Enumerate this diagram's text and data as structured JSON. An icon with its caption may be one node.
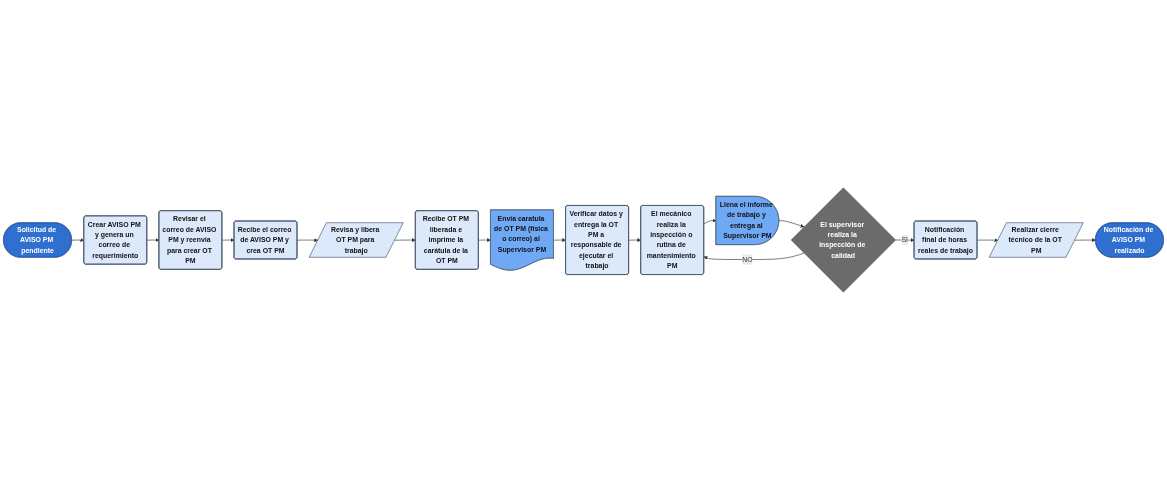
{
  "diagram": {
    "nodes": [
      {
        "text": [
          "Solicitud de AVISO PM pendiente"
        ]
      },
      {
        "text": [
          "Crear AVISO PM y genera un correo de requerimiento"
        ]
      },
      {
        "text": [
          "Revisar el correo de AVISO PM y reenvía para crear OT PM"
        ]
      },
      {
        "text": [
          "Recibe el correo de AVISO PM y crea OT PM"
        ]
      },
      {
        "text": [
          "Revisa y libera OT PM para trabajo"
        ]
      },
      {
        "text": [
          "Recibe OT PM liberada e imprime la carátula de la OT PM"
        ]
      },
      {
        "text": [
          "Envía caratula de OT PM (física o correo) al Supervisor PM"
        ]
      },
      {
        "text": [
          "Verificar datos y entrega la OT PM a responsable de ejecutar el trabajo"
        ]
      },
      {
        "text": [
          "El mecánico realiza la inspección o rutina de mantenimiento PM"
        ]
      },
      {
        "text": [
          "Llena el informe de trabajo y entrega al Supervisor PM"
        ]
      },
      {
        "text": [
          "El supervisor realiza la inspección de calidad"
        ]
      },
      {
        "text": [
          "Notificación final de horas reales de trabajo"
        ]
      },
      {
        "text": [
          "Realizar cierre técnico de la OT PM"
        ]
      },
      {
        "text": [
          "Notificación de AVISO PM realizado"
        ]
      }
    ],
    "edges": [
      {
        "from": 0,
        "to": 1,
        "arrow": "to"
      },
      {
        "from": 1,
        "to": 2,
        "arrow": "to"
      },
      {
        "from": 2,
        "to": 3,
        "arrow": "to"
      },
      {
        "from": 3,
        "to": 4,
        "arrow": "to"
      },
      {
        "from": 4,
        "to": 5,
        "arrow": "to"
      },
      {
        "from": 5,
        "to": 6,
        "arrow": "to"
      },
      {
        "from": 6,
        "to": 7,
        "arrow": "to"
      },
      {
        "from": 7,
        "to": 8,
        "arrow": "to"
      },
      {
        "from": 8,
        "to": 9,
        "arrow": "to"
      },
      {
        "from": 9,
        "to": 10,
        "arrow": "to"
      },
      {
        "from": 10,
        "to": 8,
        "label": "NO",
        "arrow": "to"
      },
      {
        "from": 10,
        "to": 11,
        "label": "SI",
        "arrow": "to"
      },
      {
        "from": 11,
        "to": 12,
        "arrow": "to"
      },
      {
        "from": 12,
        "to": 13,
        "arrow": "to"
      }
    ]
  }
}
